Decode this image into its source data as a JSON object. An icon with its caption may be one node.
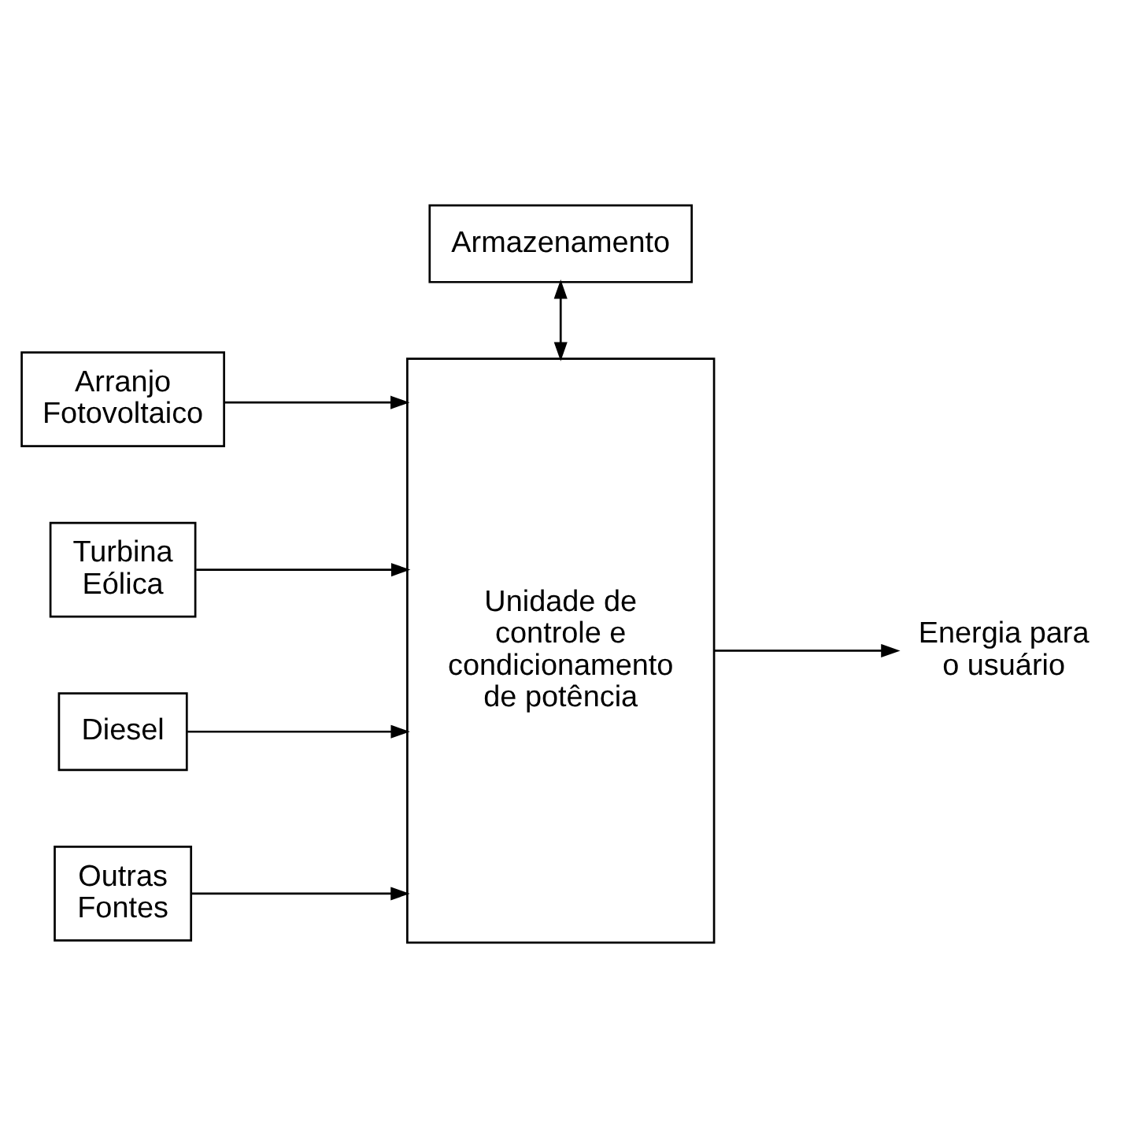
{
  "diagram": {
    "nodes": [
      {
        "text": [
          "Armazenamento"
        ]
      },
      {
        "text": [
          "Arranjo Fotovoltaico"
        ]
      },
      {
        "text": [
          "Turbina Eólica"
        ]
      },
      {
        "text": [
          "Diesel"
        ]
      },
      {
        "text": [
          "Outras Fontes"
        ]
      },
      {
        "text": [
          "Unidade de controle e condicionamento de potência"
        ]
      },
      {
        "text": [
          "Energia para o usuário"
        ]
      }
    ],
    "edges": [
      {
        "from": 0,
        "to": 5,
        "arrow": "both"
      },
      {
        "from": 1,
        "to": 5,
        "arrow": "to"
      },
      {
        "from": 2,
        "to": 5,
        "arrow": "to"
      },
      {
        "from": 3,
        "to": 5,
        "arrow": "to"
      },
      {
        "from": 4,
        "to": 5,
        "arrow": "to"
      },
      {
        "from": 5,
        "to": 6,
        "arrow": "to"
      }
    ]
  }
}
